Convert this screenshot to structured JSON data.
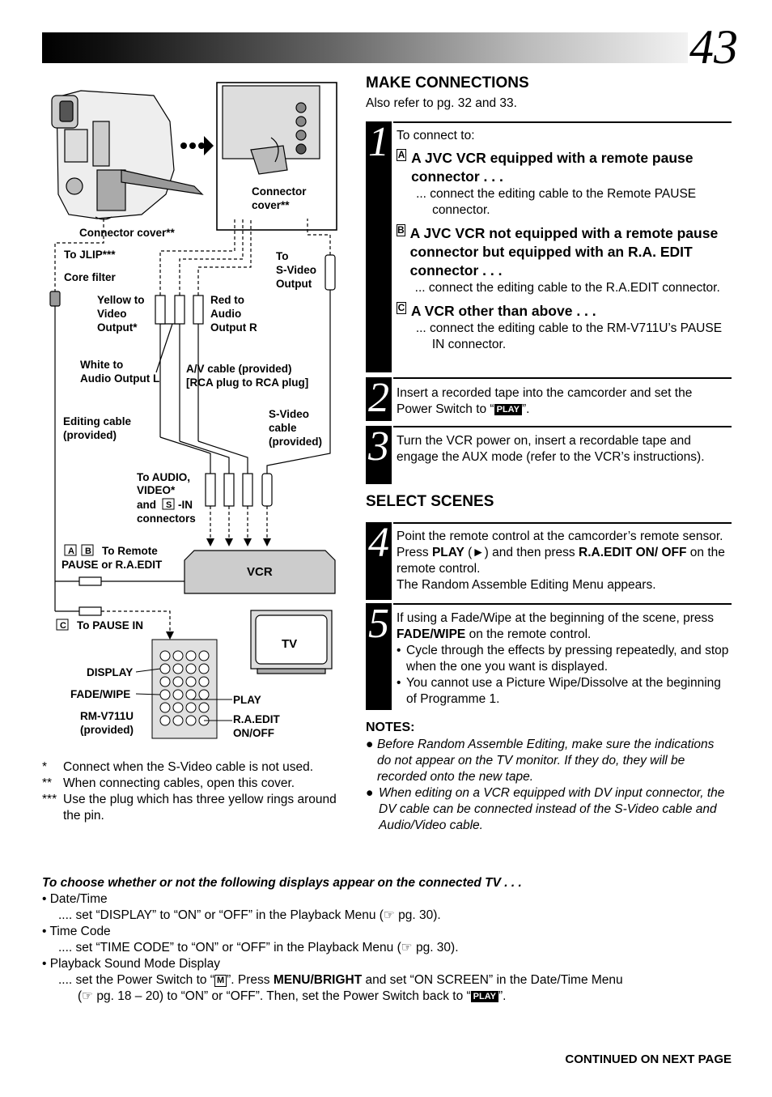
{
  "page_number": "43",
  "diagram": {
    "labels": {
      "connector_cover_left": "Connector cover**",
      "connector_cover_right_1": "Connector",
      "connector_cover_right_2": "cover**",
      "to_jlip": "To JLIP***",
      "core_filter": "Core filter",
      "to_svideo_1": "To",
      "to_svideo_2": "S-Video",
      "to_svideo_3": "Output",
      "yellow_1": "Yellow to",
      "yellow_2": "Video",
      "yellow_3": "Output*",
      "red_1": "Red to",
      "red_2": "Audio",
      "red_3": "Output R",
      "white_1": "White to",
      "white_2": "Audio Output L",
      "av_cable_1": "A/V cable (provided)",
      "av_cable_2": "[RCA plug to RCA plug]",
      "editing_cable_1": "Editing cable",
      "editing_cable_2": "(provided)",
      "svideo_cable_1": "S-Video",
      "svideo_cable_2": "cable",
      "svideo_cable_3": "(provided)",
      "to_audio_1": "To AUDIO,",
      "to_audio_2": "VIDEO*",
      "to_audio_3a": "and",
      "to_audio_3b": "S",
      "to_audio_3c": "-IN",
      "to_audio_4": "connectors",
      "box_a": "A",
      "box_b": "B",
      "box_c": "C",
      "to_remote_1": "To Remote",
      "to_remote_2": "PAUSE or R.A.EDIT",
      "vcr": "VCR",
      "tv": "TV",
      "to_pause_in": "To PAUSE IN",
      "display": "DISPLAY",
      "fade_wipe": "FADE/WIPE",
      "play": "PLAY",
      "rm_1": "RM-V711U",
      "rm_2": "(provided)",
      "ra_edit_1": "R.A.EDIT",
      "ra_edit_2": "ON/OFF"
    },
    "footnotes": [
      {
        "mark": "*",
        "text": "Connect when the S-Video cable is not used."
      },
      {
        "mark": "**",
        "text": "When connecting cables, open this cover."
      },
      {
        "mark": "***",
        "text": "Use the plug which has three yellow rings around the pin."
      }
    ]
  },
  "make_connections": {
    "title": "MAKE CONNECTIONS",
    "subtitle": "Also refer to pg. 32 and 33.",
    "step1": {
      "num": "1",
      "intro": "To connect to:",
      "items": [
        {
          "box": "A",
          "head": "A JVC VCR equipped with a remote pause connector . . .",
          "sub": "... connect the editing cable to the Remote PAUSE connector."
        },
        {
          "box": "B",
          "head": "A JVC VCR not equipped with a remote pause connector but equipped with an R.A. EDIT connector . . .",
          "sub": "... connect the editing cable to the R.A.EDIT connector."
        },
        {
          "box": "C",
          "head": "A VCR other than above . . .",
          "sub": "... connect the editing cable to the RM-V711U’s PAUSE IN connector."
        }
      ]
    },
    "step2": {
      "num": "2",
      "text_a": "Insert a recorded tape into the camcorder and set the Power Switch to “",
      "badge": "PLAY",
      "text_b": "”."
    },
    "step3": {
      "num": "3",
      "text": "Turn the VCR power on, insert a recordable tape and engage the AUX mode (refer to the VCR’s instructions)."
    }
  },
  "select_scenes": {
    "title": "SELECT SCENES",
    "step4": {
      "num": "4",
      "t1": "Point the remote control at the camcorder’s remote sensor. Press ",
      "b1": "PLAY",
      "t2": " (►) and then press ",
      "b2": "R.A.EDIT ON/ OFF",
      "t3": " on the remote control.",
      "t4": "The Random Assemble Editing Menu appears."
    },
    "step5": {
      "num": "5",
      "t1": "If using a Fade/Wipe at the beginning of the scene, press ",
      "b1": "FADE/WIPE",
      "t2": " on the remote control.",
      "bullets": [
        "Cycle through the effects by pressing repeatedly, and stop when the one you want is displayed.",
        "You cannot use a Picture Wipe/Dissolve at the beginning of Programme 1."
      ]
    }
  },
  "notes": {
    "title": "NOTES:",
    "items": [
      "Before Random Assemble Editing, make sure the indications do not appear on the TV monitor. If they do, they will be recorded onto the new tape.",
      "When editing on a VCR equipped with DV input connector, the DV cable can be connected instead of the S-Video cable and Audio/Video cable."
    ]
  },
  "bottom": {
    "heading": "To choose whether or not the following displays appear on the connected TV . . .",
    "date_time": "• Date/Time",
    "date_time_sub": ".... set “DISPLAY” to “ON” or “OFF” in the Playback Menu (☞ pg. 30).",
    "time_code": "• Time Code",
    "time_code_sub": ".... set “TIME CODE” to “ON” or “OFF” in the Playback Menu (☞ pg. 30).",
    "playback": "• Playback Sound Mode Display",
    "pb_a": ".... set the Power Switch to “",
    "pb_m": "M",
    "pb_b": "”. Press ",
    "pb_bold": "MENU/BRIGHT",
    "pb_c": " and set “ON SCREEN” in the Date/Time Menu",
    "pb_d": "(☞ pg. 18 – 20) to “ON” or “OFF”. Then, set the Power Switch back to “",
    "pb_badge": "PLAY",
    "pb_e": "”.",
    "continued": "CONTINUED ON NEXT PAGE"
  }
}
